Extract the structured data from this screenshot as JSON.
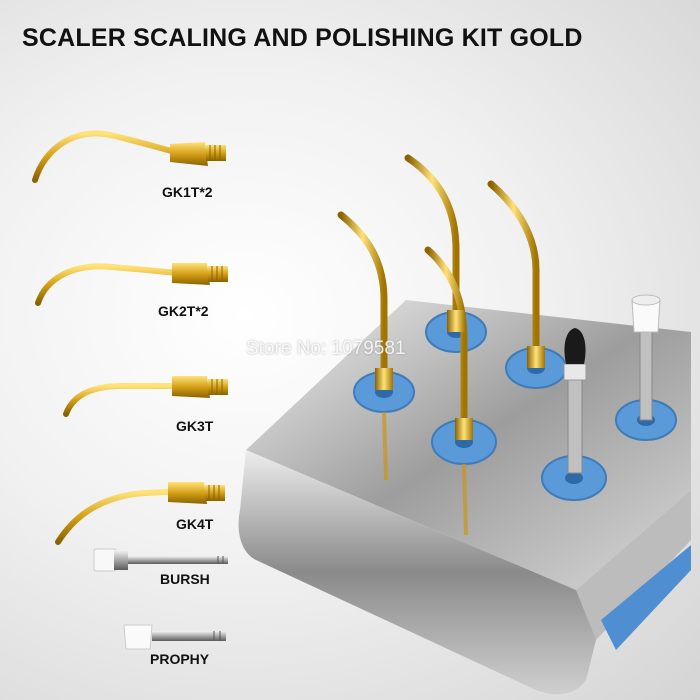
{
  "title": "SCALER SCALING AND POLISHING KIT GOLD",
  "items": [
    {
      "label": "GK1T*2",
      "icon": "scaler-tip-gk1t-icon"
    },
    {
      "label": "GK2T*2",
      "icon": "scaler-tip-gk2t-icon"
    },
    {
      "label": "GK3T",
      "icon": "scaler-tip-gk3t-icon"
    },
    {
      "label": "GK4T",
      "icon": "scaler-tip-gk4t-icon"
    },
    {
      "label": "BURSH",
      "icon": "brush-icon"
    },
    {
      "label": "PROPHY",
      "icon": "prophy-cup-icon"
    }
  ],
  "watermark": "Store No: 1079581",
  "colors": {
    "gold": "#d4a017",
    "holder_ring": "#5a9ad8",
    "steel": "#c8c8c8"
  }
}
